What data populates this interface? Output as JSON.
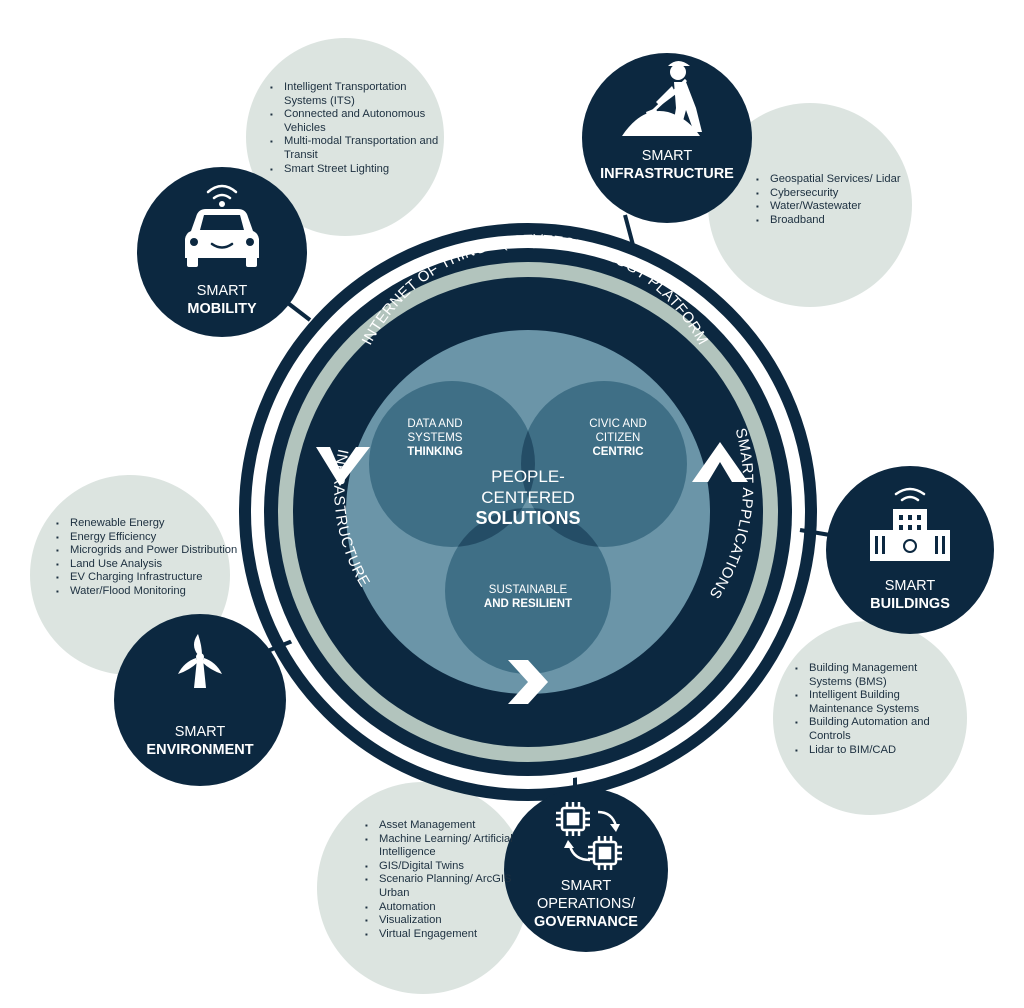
{
  "diagram": {
    "ring_text": {
      "top": "INTERNET OF THINGS (IOT)/TECHNOLOGY PLATFORM",
      "left": "INFRASTRUCTURE",
      "right": "SMART APPLICATIONS"
    },
    "venn": {
      "left": {
        "line1": "DATA AND",
        "line2": "SYSTEMS",
        "bold": "THINKING"
      },
      "right": {
        "line1": "CIVIC AND",
        "line2": "CITIZEN",
        "bold": "CENTRIC"
      },
      "bottom": {
        "line1": "SUSTAINABLE",
        "bold": "AND RESILIENT"
      },
      "center": {
        "line1": "PEOPLE-",
        "line2": "CENTERED",
        "bold": "SOLUTIONS"
      }
    },
    "nodes": {
      "mobility": {
        "light": "SMART",
        "bold": "MOBILITY",
        "icon": "car-icon",
        "items": [
          "Intelligent Transportation Systems (ITS)",
          "Connected and Autonomous Vehicles",
          "Multi-modal Transportation and Transit",
          "Smart Street Lighting"
        ]
      },
      "infrastructure": {
        "light": "SMART",
        "bold": "INFRASTRUCTURE",
        "icon": "worker-shovel-icon",
        "items": [
          "Geospatial Services/ Lidar",
          "Cybersecurity",
          "Water/Wastewater",
          "Broadband"
        ]
      },
      "buildings": {
        "light": "SMART",
        "bold": "BUILDINGS",
        "icon": "building-icon",
        "items": [
          "Building Management Systems (BMS)",
          "Intelligent Building Maintenance Systems",
          "Building Automation and Controls",
          "Lidar to BIM/CAD"
        ]
      },
      "operations": {
        "light1": "SMART",
        "light2": "OPERATIONS/",
        "bold": "GOVERNANCE",
        "icon": "chip-cycle-icon",
        "items": [
          "Asset Management",
          "Machine Learning/ Artificial Intelligence",
          "GIS/Digital Twins",
          "Scenario Planning/ ArcGIS Urban",
          "Automation",
          "Visualization",
          "Virtual Engagement"
        ]
      },
      "environment": {
        "light": "SMART",
        "bold": "ENVIRONMENT",
        "icon": "wind-turbine-icon",
        "items": [
          "Renewable Energy",
          "Energy Efficiency",
          "Microgrids and Power Distribution",
          "Land Use Analysis",
          "EV Charging Infrastructure",
          "Water/Flood Monitoring"
        ]
      }
    },
    "colors": {
      "navy": "#0c2840",
      "ring_sage": "#b2c4bd",
      "bubble": "#dce4e0",
      "venn_light": "#6b95a8",
      "venn_dark": "#3f6f86",
      "venn_center": "#16334a"
    }
  }
}
